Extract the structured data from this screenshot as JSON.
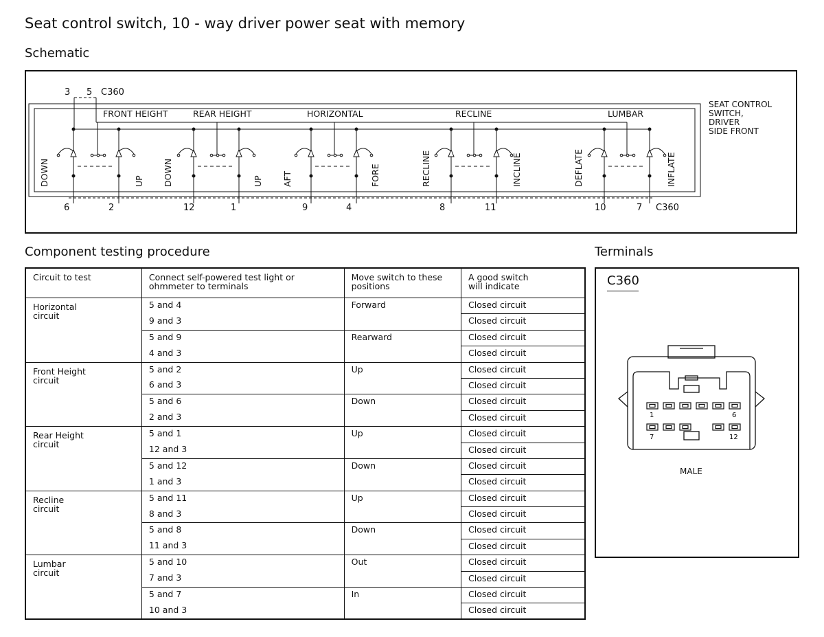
{
  "title": "Seat control switch, 10 - way driver power seat with memory",
  "schematic": {
    "title": "Schematic",
    "side_label": "SEAT CONTROL\nSWITCH,\nDRIVER\nSIDE FRONT",
    "connector_top": "C360",
    "connector_bottom": "C360",
    "top_pins": [
      "3",
      "5"
    ],
    "bottom_pins": [
      "6",
      "2",
      "12",
      "1",
      "9",
      "4",
      "8",
      "11",
      "10",
      "7"
    ],
    "sections": [
      "FRONT HEIGHT",
      "REAR HEIGHT",
      "HORIZONTAL",
      "RECLINE",
      "LUMBAR"
    ],
    "position_labels": [
      "DOWN",
      "UP",
      "DOWN",
      "UP",
      "AFT",
      "FORE",
      "RECLINE",
      "INCLINE",
      "DEFLATE",
      "INFLATE"
    ]
  },
  "procedure": {
    "title": "Component testing procedure",
    "headers": {
      "circuit": "Circuit to test",
      "connect": "Connect self-powered test light or\nohmmeter to terminals",
      "move": "Move switch to these\npositions",
      "indicate": "A good switch\nwill indicate"
    },
    "circuits": [
      {
        "name": "Horizontal\ncircuit",
        "groups": [
          {
            "position": "Forward",
            "rows": [
              [
                "5 and 4",
                "Closed circuit"
              ],
              [
                "9 and 3",
                "Closed circuit"
              ]
            ]
          },
          {
            "position": "Rearward",
            "rows": [
              [
                "5 and 9",
                "Closed circuit"
              ],
              [
                "4 and 3",
                "Closed circuit"
              ]
            ]
          }
        ]
      },
      {
        "name": "Front Height\ncircuit",
        "groups": [
          {
            "position": "Up",
            "rows": [
              [
                "5 and 2",
                "Closed circuit"
              ],
              [
                "6 and 3",
                "Closed circuit"
              ]
            ]
          },
          {
            "position": "Down",
            "rows": [
              [
                "5 and 6",
                "Closed circuit"
              ],
              [
                "2 and 3",
                "Closed circuit"
              ]
            ]
          }
        ]
      },
      {
        "name": "Rear Height\ncircuit",
        "groups": [
          {
            "position": "Up",
            "rows": [
              [
                "5 and 1",
                "Closed circuit"
              ],
              [
                "12 and 3",
                "Closed circuit"
              ]
            ]
          },
          {
            "position": "Down",
            "rows": [
              [
                "5 and 12",
                "Closed circuit"
              ],
              [
                "1 and 3",
                "Closed circuit"
              ]
            ]
          }
        ]
      },
      {
        "name": "Recline\ncircuit",
        "groups": [
          {
            "position": "Up",
            "rows": [
              [
                "5 and 11",
                "Closed circuit"
              ],
              [
                "8 and 3",
                "Closed circuit"
              ]
            ]
          },
          {
            "position": "Down",
            "rows": [
              [
                "5 and 8",
                "Closed circuit"
              ],
              [
                "11 and 3",
                "Closed circuit"
              ]
            ]
          }
        ]
      },
      {
        "name": "Lumbar\ncircuit",
        "groups": [
          {
            "position": "Out",
            "rows": [
              [
                "5 and 10",
                "Closed circuit"
              ],
              [
                "7 and 3",
                "Closed circuit"
              ]
            ]
          },
          {
            "position": "In",
            "rows": [
              [
                "5 and 7",
                "Closed circuit"
              ],
              [
                "10 and 3",
                "Closed circuit"
              ]
            ]
          }
        ]
      }
    ]
  },
  "terminals": {
    "title": "Terminals",
    "connector": "C360",
    "pin_labels": [
      "1",
      "6",
      "7",
      "12"
    ],
    "gender": "MALE"
  }
}
